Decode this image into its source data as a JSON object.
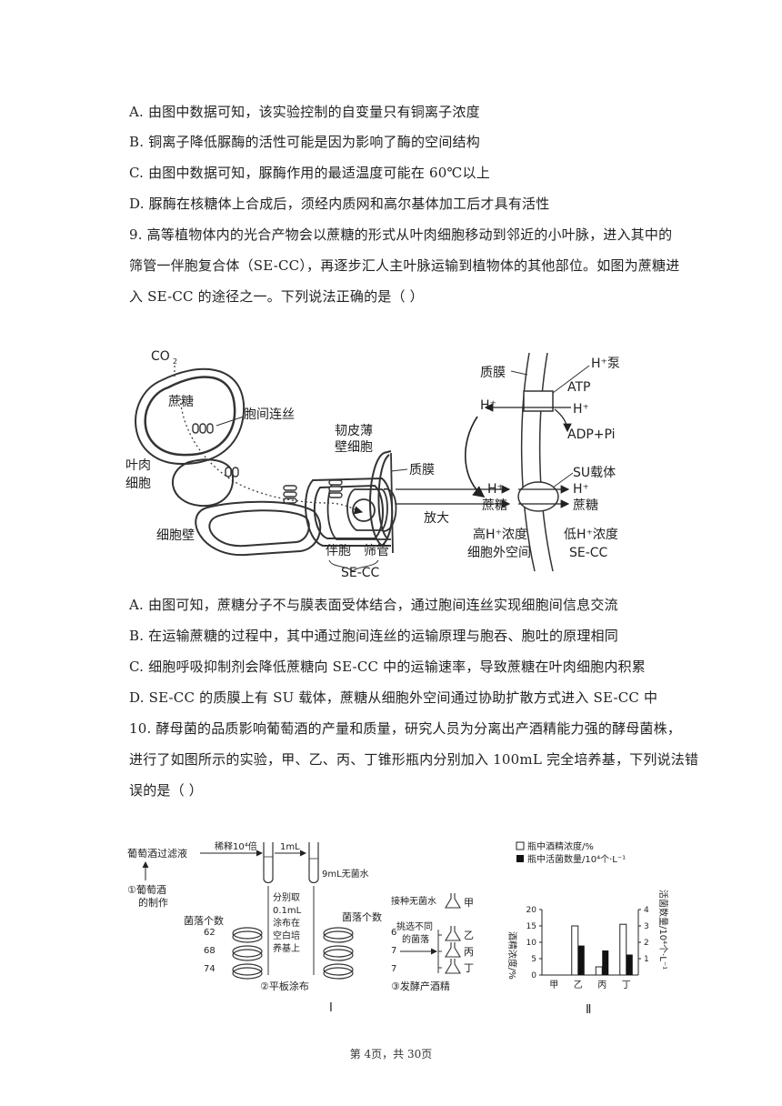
{
  "q8_options": [
    "A.  由图中数据可知，该实验控制的自变量只有铜离子浓度",
    "B.  铜离子降低脲酶的活性可能是因为影响了酶的空间结构",
    "C.  由图中数据可知，脲酶作用的最适温度可能在 60℃以上",
    "D.  脲酶在核糖体上合成后，须经内质网和高尔基体加工后才具有活性"
  ],
  "q9": {
    "stem": [
      "9.    高等植物体内的光合产物会以蔗糖的形式从叶肉细胞移动到邻近的小叶脉，进入其中的",
      "筛管一伴胞复合体（SE-CC），再逐步汇人主叶脉运输到植物体的其他部位。如图为蔗糖进",
      "入 SE-CC 的途径之一。下列说法正确的是（        ）"
    ],
    "figure": {
      "co2": "CO",
      "co2_sub": "2",
      "sucrose": "蔗糖",
      "plasmodesmata": "胞间连丝",
      "mesophyll_1": "叶肉",
      "mesophyll_2": "细胞",
      "cell_wall": "细胞壁",
      "phloem_parenchyma_1": "韧皮薄",
      "phloem_parenchyma_2": "壁细胞",
      "plasma_membrane": "质膜",
      "companion_cell": "伴胞",
      "sieve_tube": "筛管",
      "se_cc": "SE-CC",
      "magnify": "放大",
      "membrane_label": "质膜",
      "h_pump": "H⁺泵",
      "atp": "ATP",
      "h_plus": "H⁺",
      "h_plus_left": "H⁺",
      "adp_pi": "ADP+Pi",
      "su_carrier": "SU载体",
      "h_plus_out": "H⁺",
      "sucrose_out": "蔗糖",
      "h_plus_in": "H⁺",
      "sucrose_in": "蔗糖",
      "high_h_1": "高H⁺浓度",
      "high_h_2": "细胞外空间",
      "low_h_1": "低H⁺浓度",
      "low_h_2": "SE-CC"
    },
    "options": [
      "A.  由图可知，蔗糖分子不与膜表面受体结合，通过胞间连丝实现细胞间信息交流",
      "B.  在运输蔗糖的过程中，其中通过胞间连丝的运输原理与胞吞、胞吐的原理相同",
      "C.  细胞呼吸抑制剂会降低蔗糖向 SE-CC 中的运输速率，导致蔗糖在叶肉细胞内积累",
      "D. SE-CC 的质膜上有 SU 载体，蔗糖从细胞外空间通过协助扩散方式进入 SE-CC 中"
    ]
  },
  "q10": {
    "stem": [
      "10.    酵母菌的品质影响葡萄酒的产量和质量，研究人员为分离出产酒精能力强的酵母菌株，",
      "进行了如图所示的实验，甲、乙、丙、丁锥形瓶内分别加入 100mL 完全培养基，下列说法错",
      "误的是（        ）"
    ],
    "figure1": {
      "grape_filtrate": "葡萄酒过滤液",
      "dilute": "稀释10⁴倍",
      "one_ml": "1mL",
      "sterile_water": "9mL无菌水",
      "step1_1": "①葡萄酒",
      "step1_2": "的制作",
      "colony_count": "菌落个数",
      "spread_1": "分别取",
      "spread_2": "0.1mL",
      "spread_3": "涂布在",
      "spread_4": "空白培",
      "spread_5": "养基上",
      "left_counts": [
        "62",
        "68",
        "74"
      ],
      "colony_count_2": "菌落个数",
      "right_counts": [
        "6",
        "7",
        "7"
      ],
      "step2": "②平板涂布",
      "inoculate_water": "接种无菌水",
      "pick_1": "挑选不同",
      "pick_2": "的菌落",
      "flasks": [
        "甲",
        "乙",
        "丙",
        "丁"
      ],
      "step3": "③发酵产酒精",
      "roman": "Ⅰ"
    },
    "chart_data": {
      "type": "bar",
      "categories": [
        "甲",
        "乙",
        "丙",
        "丁"
      ],
      "series": [
        {
          "name": "瓶中酒精浓度/%",
          "values": [
            0,
            15,
            2.5,
            15.5
          ],
          "axis": "left",
          "color": "#ffffff"
        },
        {
          "name": "瓶中活菌数量/10⁴个·L⁻¹",
          "values": [
            0,
            1.8,
            1.5,
            1.25
          ],
          "axis": "right",
          "color": "#111111"
        }
      ],
      "ylabel_left": "酒精浓度/%",
      "ylabel_right": "活菌数量/10⁴个·L⁻¹",
      "ylim_left": [
        0,
        20
      ],
      "ylim_right": [
        0,
        4
      ],
      "yticks_left": [
        "0",
        "5",
        "10",
        "15",
        "20"
      ],
      "yticks_right": [
        "1",
        "2",
        "3",
        "4"
      ],
      "roman": "Ⅱ",
      "legend": "top"
    }
  },
  "footer": "第 4页，共 30页"
}
